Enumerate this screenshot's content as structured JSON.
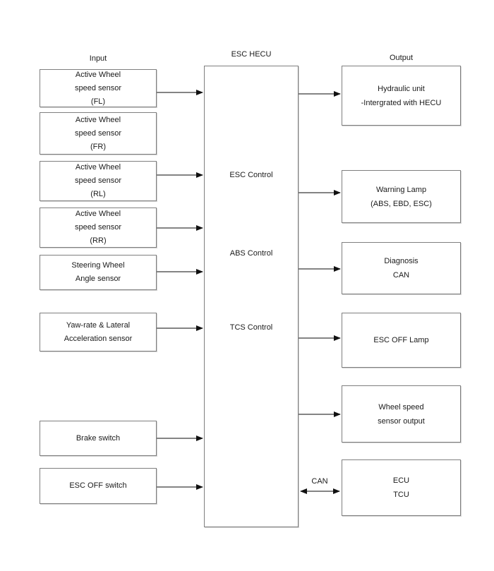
{
  "colors": {
    "background": "#ffffff",
    "box_border": "#7f7f7f",
    "arrow_line": "#3a3a3a",
    "arrow_head": "#111111",
    "text": "#1a1a1a"
  },
  "labels": {
    "input_column": "Input",
    "center_box_title": "ESC HECU",
    "output_column": "Output",
    "can_bus": "CAN"
  },
  "hecu_functions": [
    "ESC Control",
    "ABS Control",
    "TCS Control"
  ],
  "input_boxes": [
    {
      "lines": [
        "Active Wheel",
        "speed sensor",
        "(FL)"
      ]
    },
    {
      "lines": [
        "Active Wheel",
        "speed sensor",
        "(FR)"
      ]
    },
    {
      "lines": [
        "Active Wheel",
        "speed sensor",
        "(RL)"
      ]
    },
    {
      "lines": [
        "Active Wheel",
        "speed sensor",
        "(RR)"
      ]
    },
    {
      "lines": [
        "Steering Wheel",
        "Angle sensor"
      ]
    },
    {
      "lines": [
        "Yaw-rate & Lateral",
        "Acceleration sensor"
      ]
    },
    {
      "lines": [
        "Brake switch"
      ]
    },
    {
      "lines": [
        "ESC OFF switch"
      ]
    }
  ],
  "output_boxes": [
    {
      "lines": [
        "Hydraulic unit",
        "-Intergrated with HECU"
      ]
    },
    {
      "lines": [
        "Warning Lamp",
        "(ABS, EBD, ESC)"
      ]
    },
    {
      "lines": [
        "Diagnosis",
        "CAN"
      ]
    },
    {
      "lines": [
        "ESC OFF Lamp"
      ]
    },
    {
      "lines": [
        "Wheel speed",
        "sensor output"
      ]
    },
    {
      "lines": [
        "ECU",
        "TCU"
      ]
    }
  ]
}
